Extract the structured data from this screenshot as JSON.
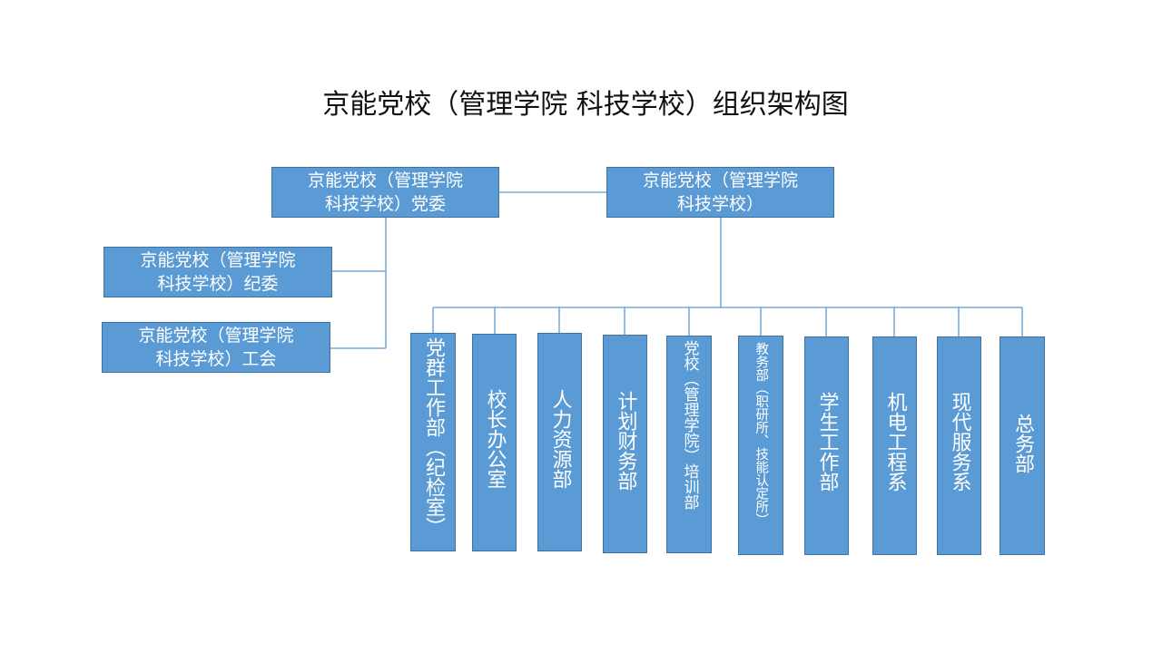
{
  "title": "京能党校（管理学院 科技学校）组织架构图",
  "colors": {
    "box_fill": "#5b9bd5",
    "box_border": "#41719c",
    "connector": "#5b9bd5",
    "text": "#ffffff"
  },
  "nodes": {
    "party_committee": {
      "line1": "京能党校（管理学院",
      "line2": "科技学校）党委"
    },
    "school": {
      "line1": "京能党校（管理学院",
      "line2": "科技学校）"
    },
    "discipline_committee": {
      "line1": "京能党校（管理学院",
      "line2": "科技学校）纪委"
    },
    "labor_union": {
      "line1": "京能党校（管理学院",
      "line2": "科技学校）工会"
    }
  },
  "departments": [
    {
      "label": "党群工作部（纪检室）"
    },
    {
      "label": "校长办公室"
    },
    {
      "label": "人力资源部"
    },
    {
      "label": "计划财务部"
    },
    {
      "label": "党校（管理学院）培训部"
    },
    {
      "label": "教务部（职研所、技能认定所）"
    },
    {
      "label": "学生工作部"
    },
    {
      "label": "机电工程系"
    },
    {
      "label": "现代服务系"
    },
    {
      "label": "总务部"
    }
  ]
}
